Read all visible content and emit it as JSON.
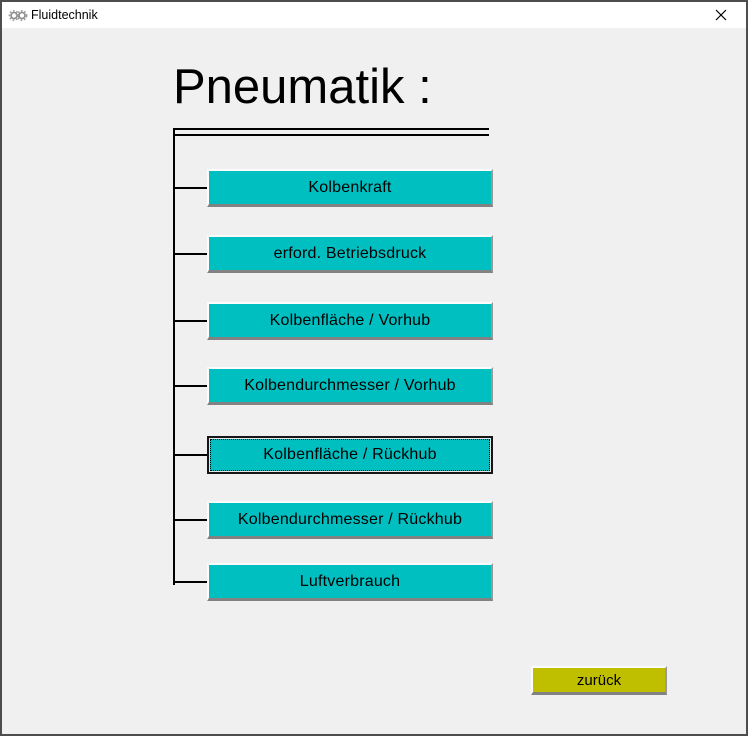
{
  "window": {
    "title": "Fluidtechnik"
  },
  "heading": "Pneumatik :",
  "menu": {
    "buttons": [
      "Kolbenkraft",
      "erford. Betriebsdruck",
      "Kolbenfläche / Vorhub",
      "Kolbendurchmesser / Vorhub",
      "Kolbenfläche / Rückhub",
      "Kolbendurchmesser / Rückhub",
      "Luftverbrauch"
    ],
    "focused_index": 4,
    "focused_label": "Kolbenfläche / Rückhub"
  },
  "back_button": {
    "label": "zurück"
  },
  "colors": {
    "menu_button_face": "#00bfc1",
    "back_button_face": "#bfbf00",
    "background": "#f0f0f0",
    "titlebar": "#ffffff",
    "window_border": "#4d4d4d",
    "tree_lines": "#000000"
  },
  "icons": {
    "app": "gears-icon",
    "close": "close-icon"
  }
}
